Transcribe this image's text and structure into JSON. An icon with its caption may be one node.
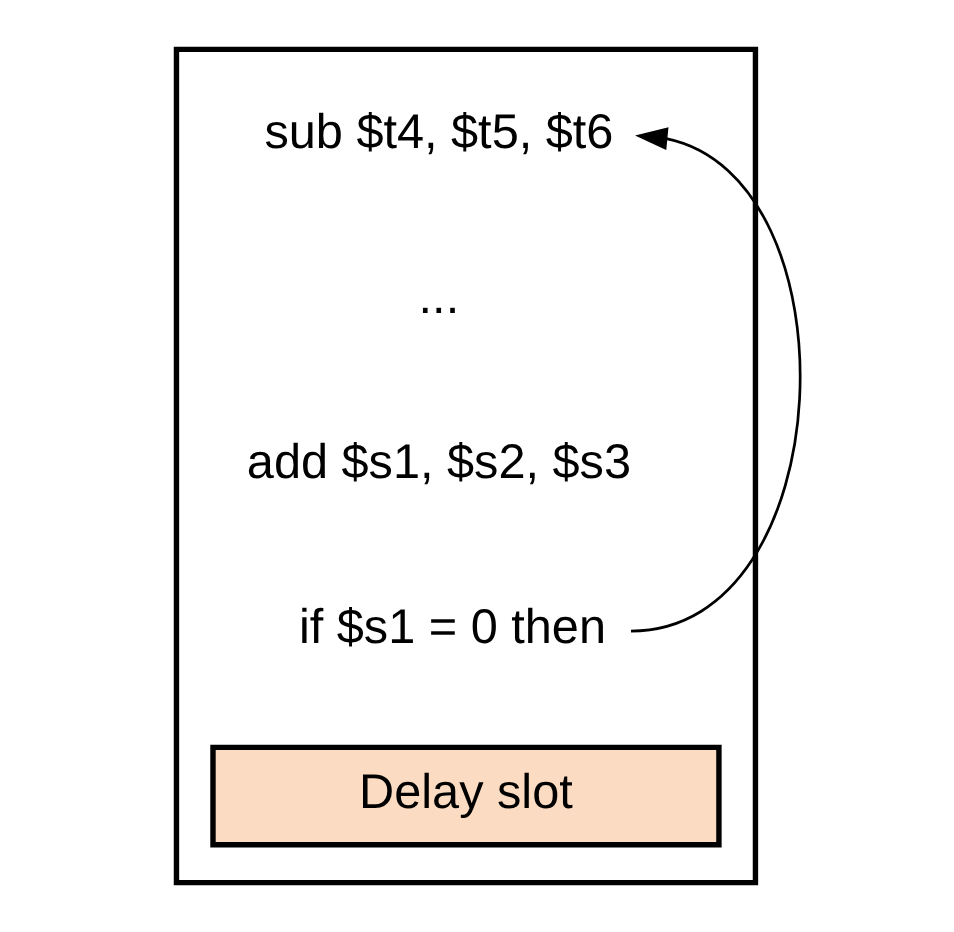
{
  "diagram": {
    "nodes": [
      {
        "text": [],
        "shape": "box"
      },
      {
        "text": [
          "sub $t4, $t5, $t6"
        ],
        "in": 0
      },
      {
        "text": [
          "..."
        ],
        "in": 0
      },
      {
        "text": [
          "add $s1, $s2, $s3"
        ],
        "in": 0
      },
      {
        "text": [
          "if $s1 = 0 then"
        ],
        "in": 0
      },
      {
        "text": [
          "Delay slot"
        ],
        "in": 0
      }
    ],
    "edges": [
      {
        "from": 4,
        "to": 1,
        "arrow": "to"
      }
    ]
  }
}
